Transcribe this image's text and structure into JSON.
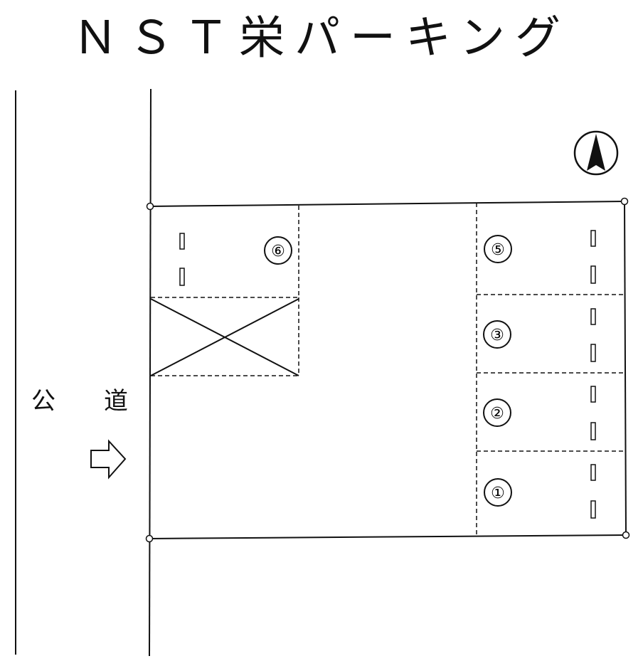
{
  "title": "ＮＳＴ栄パーキング",
  "road": {
    "label_char_1": "公",
    "label_char_2": "道"
  },
  "spaces": [
    {
      "number": "⑥"
    },
    {
      "number": "⑤"
    },
    {
      "number": "③"
    },
    {
      "number": "②"
    },
    {
      "number": "①"
    }
  ],
  "compass": {
    "direction": "north-arrow-icon"
  },
  "entrance_arrow": {
    "icon": "arrow-right-icon"
  },
  "colors": {
    "line": "#111111",
    "background": "#ffffff"
  }
}
